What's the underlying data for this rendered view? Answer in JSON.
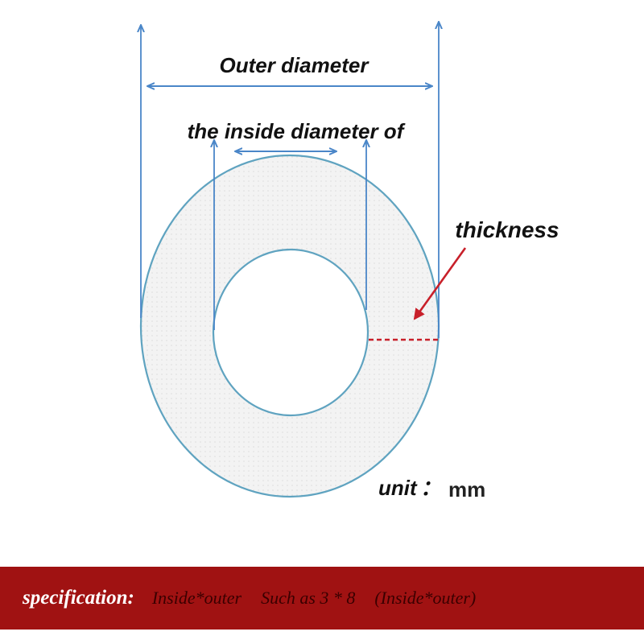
{
  "labels": {
    "outer_diameter": "Outer diameter",
    "inside_diameter": "the inside diameter of",
    "thickness": "thickness",
    "unit_label": "unit",
    "unit_sep": "：",
    "unit_value": "mm"
  },
  "specification": {
    "label": "specification:",
    "format": "Inside*outer",
    "example": "Such as 3 * 8",
    "note": "(Inside*outer)"
  },
  "colors": {
    "outline": "#5fa3c0",
    "arrow": "#4a86c8",
    "ring_fill": "#f2f2f2",
    "thickness_marker": "#c8202a",
    "banner": "#a01212"
  }
}
